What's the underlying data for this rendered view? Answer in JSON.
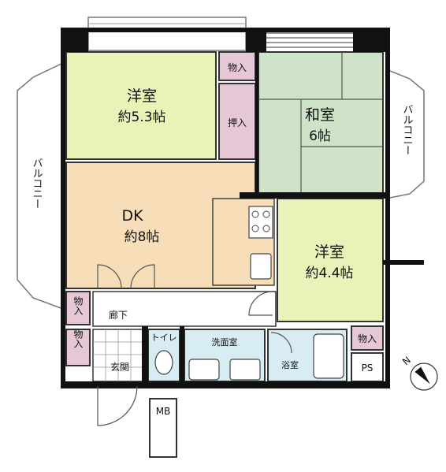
{
  "rooms": {
    "west_room": {
      "name": "洋室",
      "size": "約5.3帖",
      "color": "#eaf2b7"
    },
    "washitsu": {
      "name": "和室",
      "size": "6帖",
      "color": "#cfe3c8"
    },
    "dk": {
      "name": "DK",
      "size": "約8帖",
      "color": "#f7deb8"
    },
    "east_room": {
      "name": "洋室",
      "size": "約4.4帖",
      "color": "#eaf2b7"
    }
  },
  "storage": {
    "monoire_top": "物入",
    "oshiire": "押入",
    "monoire_left_1": "物入",
    "monoire_left_2": "物入",
    "monoire_right": "物入",
    "color": "#e6c7d6"
  },
  "areas": {
    "hallway": "廊下",
    "entrance": "玄関",
    "toilet": "トイレ",
    "washroom": "洗面室",
    "bathroom": "浴室",
    "ps": "PS",
    "mb": "MB",
    "bath_color": "#d7ecf3"
  },
  "balconies": {
    "left": "バルコニー",
    "right": "バルコニー"
  },
  "compass": {
    "label": "N"
  }
}
